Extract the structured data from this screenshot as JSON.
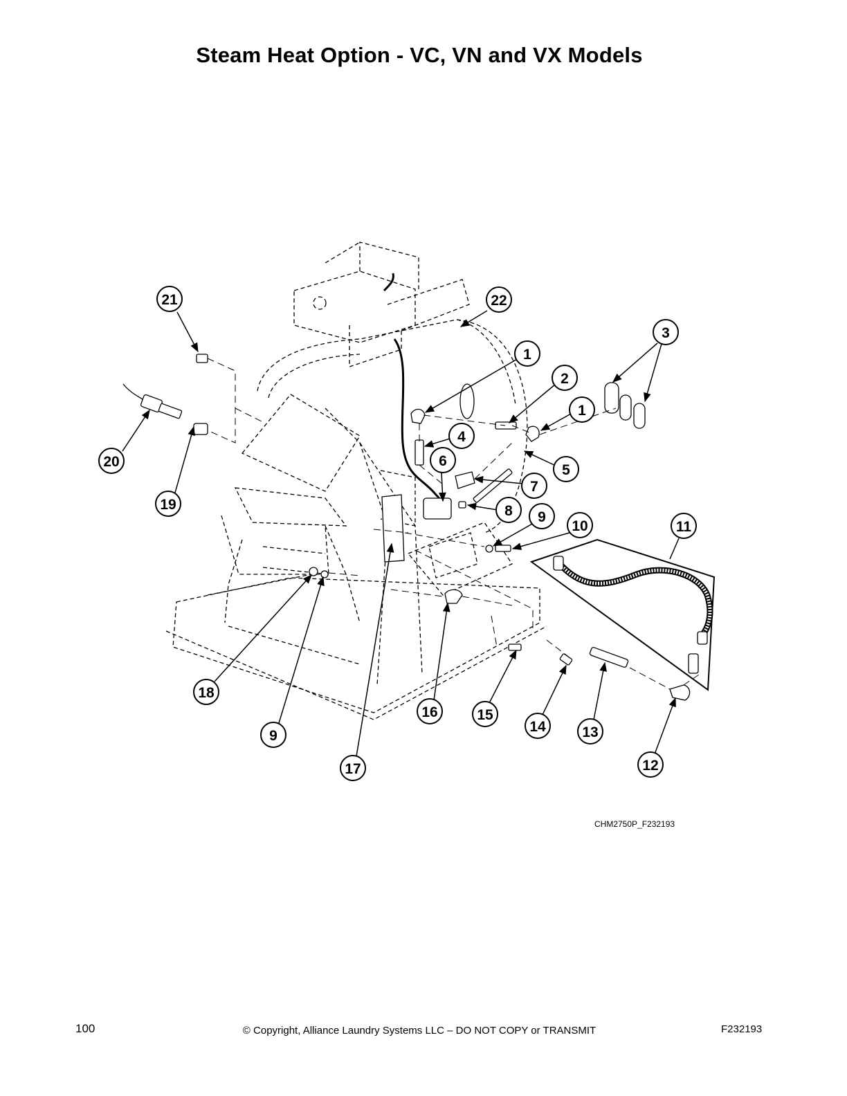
{
  "page": {
    "title": "Steam Heat Option - VC, VN and VX Models",
    "figure_id": "CHM2750P_F232193",
    "page_number": "100",
    "copyright": "© Copyright, Alliance Laundry Systems LLC – DO NOT COPY or TRANSMIT",
    "document_code": "F232193"
  },
  "callouts": {
    "c1a": "1",
    "c1b": "1",
    "c2": "2",
    "c3": "3",
    "c4": "4",
    "c5": "5",
    "c6": "6",
    "c7": "7",
    "c8": "8",
    "c9a": "9",
    "c9b": "9",
    "c10": "10",
    "c11": "11",
    "c12": "12",
    "c13": "13",
    "c14": "14",
    "c15": "15",
    "c16": "16",
    "c17": "17",
    "c18": "18",
    "c19": "19",
    "c20": "20",
    "c21": "21",
    "c22": "22"
  }
}
